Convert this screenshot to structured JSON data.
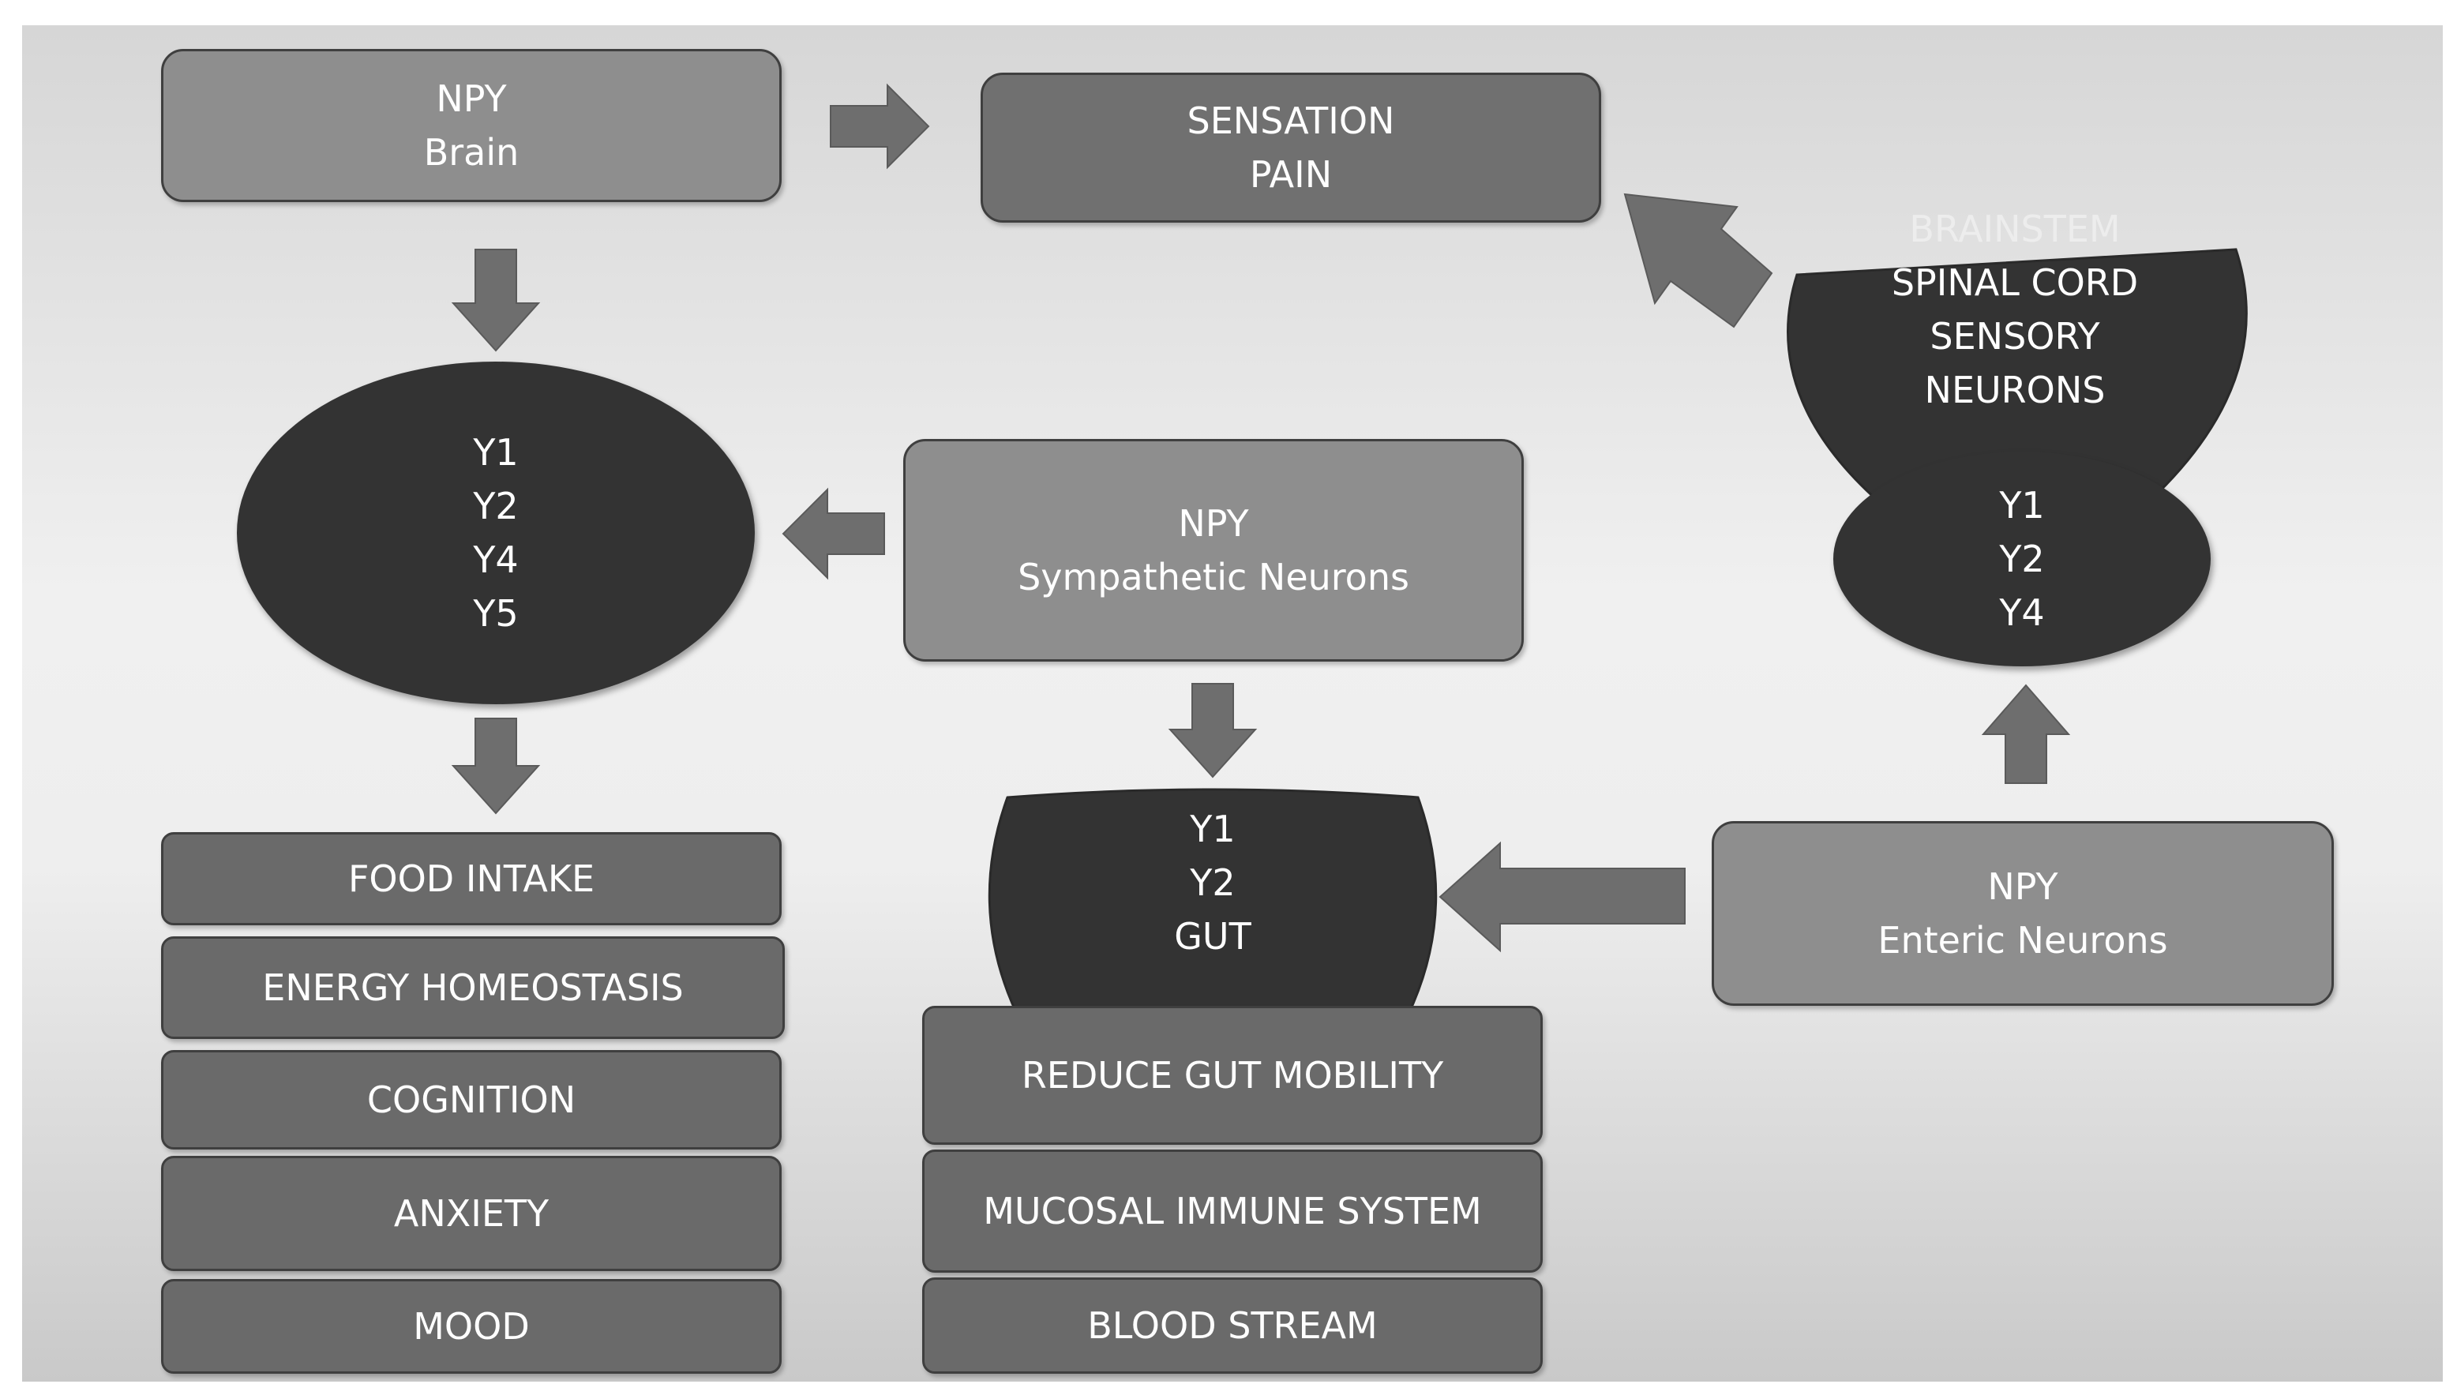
{
  "brain": {
    "line1": "NPY",
    "line2": "Brain"
  },
  "sensation": {
    "line1": "SENSATION",
    "line2": "PAIN"
  },
  "brain_receptors": [
    "Y1",
    "Y2",
    "Y4",
    "Y5"
  ],
  "sympathetic": {
    "line1": "NPY",
    "line2": "Sympathetic Neurons"
  },
  "brain_effects": [
    "FOOD INTAKE",
    "ENERGY HOMEOSTASIS",
    "COGNITION",
    "ANXIETY",
    "MOOD"
  ],
  "gut": [
    "Y1",
    "Y2",
    "GUT"
  ],
  "gut_effects": [
    "REDUCE GUT MOBILITY",
    "MUCOSAL IMMUNE SYSTEM",
    "BLOOD STREAM"
  ],
  "spinal": [
    "BRAINSTEM",
    "SPINAL CORD",
    "SENSORY",
    "NEURONS"
  ],
  "spinal_receptors": [
    "Y1",
    "Y2",
    "Y4"
  ],
  "enteric": {
    "line1": "NPY",
    "line2": "Enteric Neurons"
  },
  "colors": {
    "dark_shape": "#333333",
    "box_light": "#8e8e8e",
    "box_mid": "#707070",
    "arrow": "#6e6e6e"
  }
}
